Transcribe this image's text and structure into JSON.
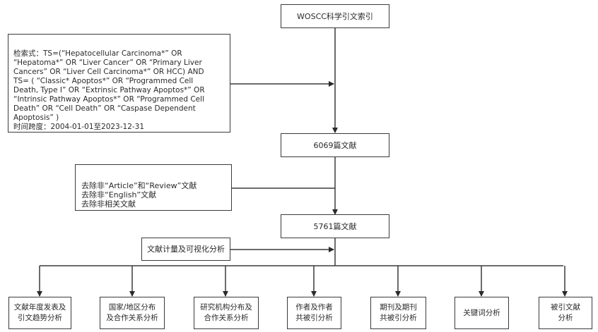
{
  "nodes": {
    "source": "WOSCC科学引文索引",
    "search_query": "检索式：TS=(“Hepatocellular Carcinoma*” OR\n“Hepatoma*” OR “Liver Cancer” OR “Primary Liver\nCancers” OR “Liver Cell Carcinoma*” OR HCC) AND\nTS= ( “Classic* Apoptos*” OR “Programmed Cell\nDeath, Type I” OR “Extrinsic Pathway Apoptos*” OR\n“Intrinsic Pathway Apoptos*” OR “Programmed Cell\nDeath” OR “Cell Death” OR “Caspase Dependent\nApoptosis” )\n时间跨度：2004-01-01至2023-12-31",
    "count_initial": "6069篇文献",
    "exclusion_criteria": "去除非“Article”和“Review”文献\n去除非“English”文献\n去除非相关文献",
    "count_final": "5761篇文献",
    "analysis_method": "文献计量及可视化分析"
  },
  "analyses": [
    "文献年度发表及\n引文趋势分析",
    "国家/地区分布\n及合作关系分析",
    "研究机构分布及\n合作关系分析",
    "作者及作者\n共被引分析",
    "期刊及期刊\n共被引分析",
    "关键词分析",
    "被引文献\n分析"
  ]
}
